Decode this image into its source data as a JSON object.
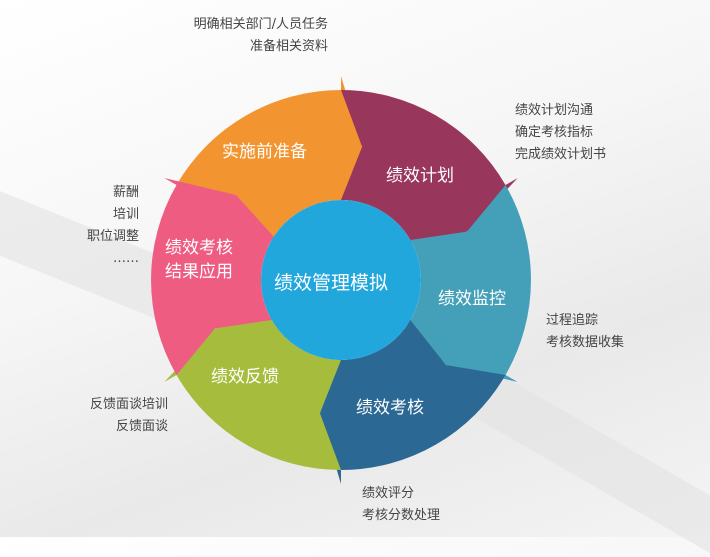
{
  "diagram": {
    "center": {
      "label": "绩效管理模拟",
      "color": "#22a7dd"
    },
    "segments": [
      {
        "label": "实施前准备",
        "color": "#f29430",
        "notes": [
          "明确相关部门/人员任务",
          "准备相关资料"
        ]
      },
      {
        "label": "绩效计划",
        "color": "#99365c",
        "notes": [
          "绩效计划沟通",
          "确定考核指标",
          "完成绩效计划书"
        ]
      },
      {
        "label": "绩效监控",
        "color": "#43a0b8",
        "notes": [
          "过程追踪",
          "考核数据收集"
        ]
      },
      {
        "label": "绩效考核",
        "color": "#2c6894",
        "notes": [
          "绩效评分",
          "考核分数处理"
        ]
      },
      {
        "label": "绩效反馈",
        "color": "#a5bc3d",
        "notes": [
          "反馈面谈培训",
          "反馈面谈"
        ]
      },
      {
        "label_lines": [
          "绩效考核",
          "结果应用"
        ],
        "color": "#ee5c82",
        "notes": [
          "薪酬",
          "培训",
          "职位调整",
          "……"
        ]
      }
    ]
  }
}
